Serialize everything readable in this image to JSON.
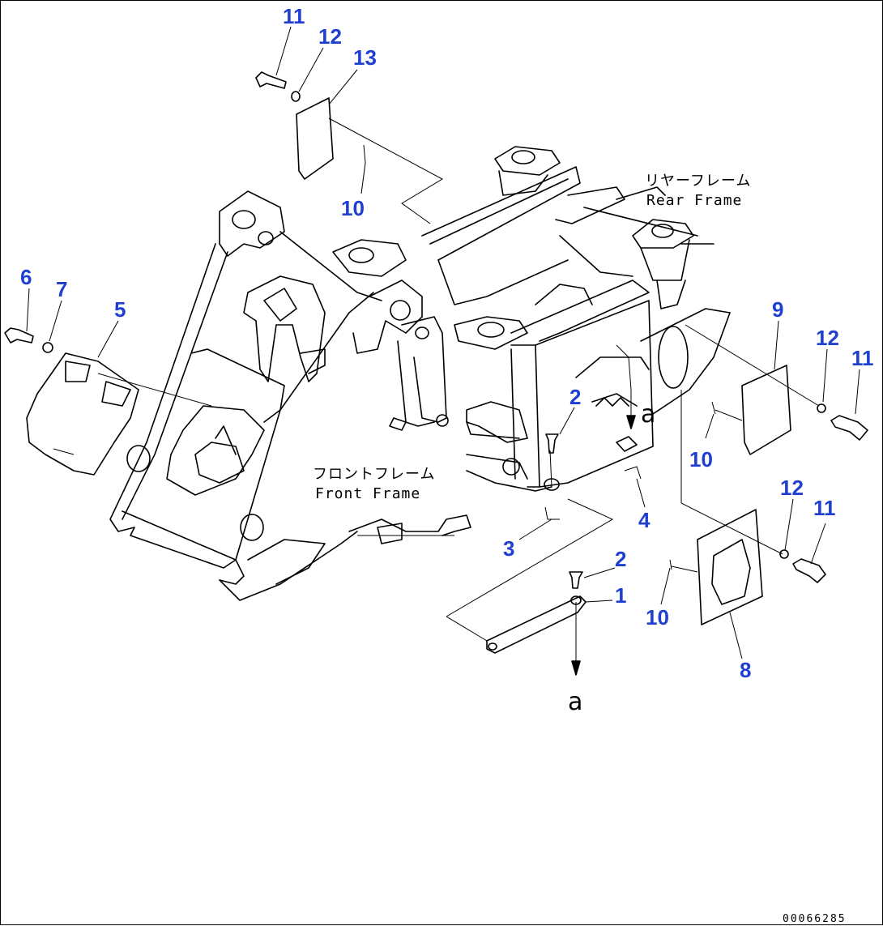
{
  "labels": {
    "rear_jp": "リヤーフレーム",
    "rear_en": "Rear Frame",
    "front_jp": "フロントフレーム",
    "front_en": "Front Frame",
    "view_a_upper": "a",
    "view_a_lower": "a",
    "drawing_number": "00066285"
  },
  "callouts": [
    "11",
    "12",
    "13",
    "10",
    "6",
    "7",
    "5",
    "9",
    "12",
    "11",
    "2",
    "10",
    "4",
    "3",
    "12",
    "11",
    "2",
    "1",
    "10",
    "8"
  ],
  "colors": {
    "callout": "#1e3fd0",
    "line": "#000000",
    "background": "#ffffff"
  }
}
